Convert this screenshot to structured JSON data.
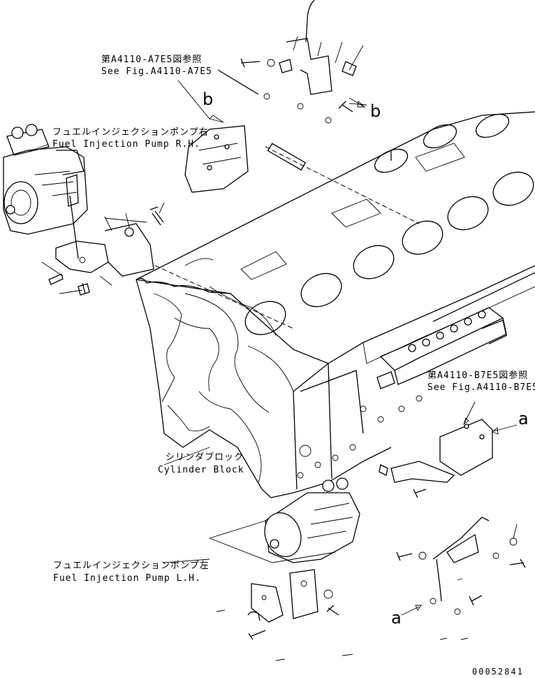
{
  "labels": {
    "ref_top_jp": "第A4110-A7E5図参照",
    "ref_top_en": "See Fig.A4110-A7E5",
    "pump_rh_jp": "フュエルインジェクションポンプ右",
    "pump_rh_en": "Fuel Injection Pump R.H.",
    "ref_right_jp": "第A4110-B7E5図参照",
    "ref_right_en": "See Fig.A4110-B7E5",
    "block_jp": "シリンダブロック",
    "block_en": "Cylinder Block",
    "pump_lh_jp": "フュエルインジェクションポンプ左",
    "pump_lh_en": "Fuel Injection Pump L.H.",
    "view_b_top": "b",
    "view_b_side": "b",
    "view_a_right": "a",
    "view_a_bottom": "a",
    "drawing_number": "00052841"
  }
}
